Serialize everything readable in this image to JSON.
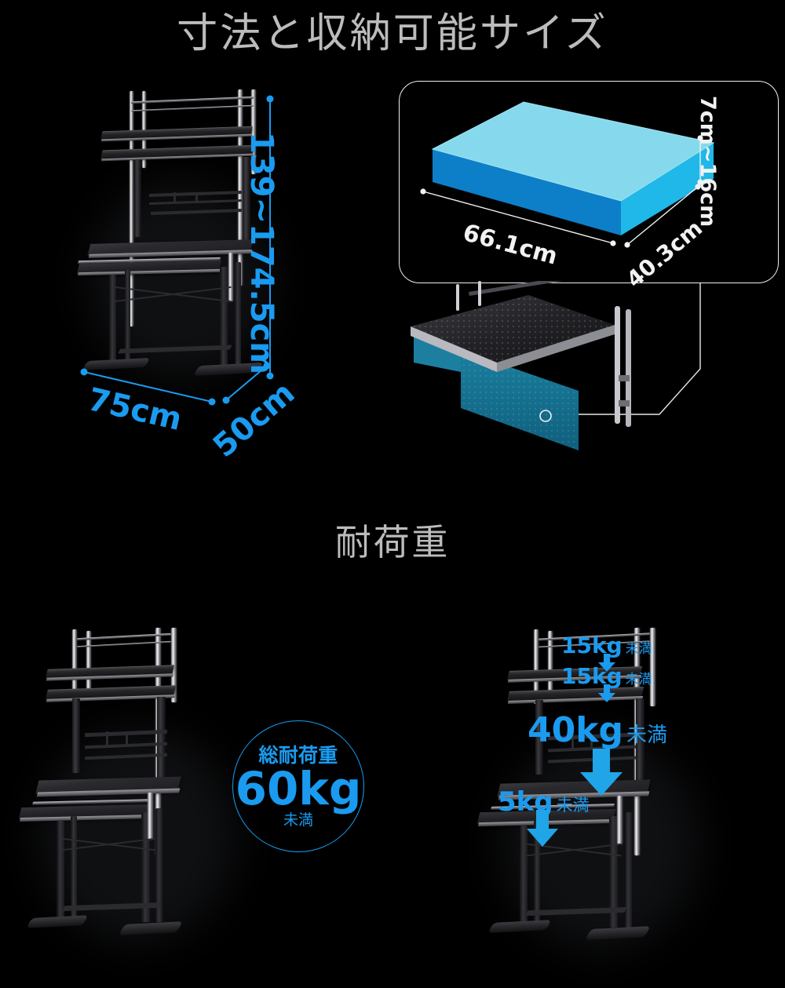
{
  "page": {
    "background": "#000000",
    "accent_blue": "#1a9bf0",
    "box_top_color": "#86d9ec",
    "box_front_color": "#0d7fc8",
    "box_side_color": "#1fb8e8",
    "heading_color": "#bcbcbc",
    "white": "#f2f2f2"
  },
  "sections": {
    "dimensions": {
      "heading": "寸法と収納可能サイズ",
      "desk_photo_alt": "昇降式パソコンデスク 全体",
      "measurements": [
        {
          "id": "height",
          "label": "139~174.5cm",
          "orientation": "vertical"
        },
        {
          "id": "width",
          "label": "75cm",
          "orientation": "diagonal-left"
        },
        {
          "id": "depth",
          "label": "50cm",
          "orientation": "diagonal-right"
        }
      ]
    },
    "storage": {
      "panel_alt": "収納可能サイズ 立体図",
      "detail_photo_alt": "天板下の収納スペース",
      "measurements": [
        {
          "id": "box-width",
          "label": "66.1cm"
        },
        {
          "id": "box-depth",
          "label": "40.3cm"
        },
        {
          "id": "box-height",
          "label": "7cm~16cm"
        }
      ]
    },
    "load": {
      "heading": "耐荷重",
      "total_badge": {
        "title": "総耐荷重",
        "value": "60kg",
        "suffix": "未満"
      },
      "left_photo_alt": "パソコンデスク 総耐荷重",
      "right_photo_alt": "パソコンデスク 各部耐荷重",
      "annotations": [
        {
          "id": "upper-shelf",
          "value": "15kg",
          "suffix": "未満",
          "size": "small"
        },
        {
          "id": "second-shelf",
          "value": "15kg",
          "suffix": "未満",
          "size": "small"
        },
        {
          "id": "desktop",
          "value": "40kg",
          "suffix": "未満",
          "size": "large"
        },
        {
          "id": "keyboard-tray",
          "value": "5kg",
          "suffix": "未満",
          "size": "medium"
        }
      ]
    }
  }
}
